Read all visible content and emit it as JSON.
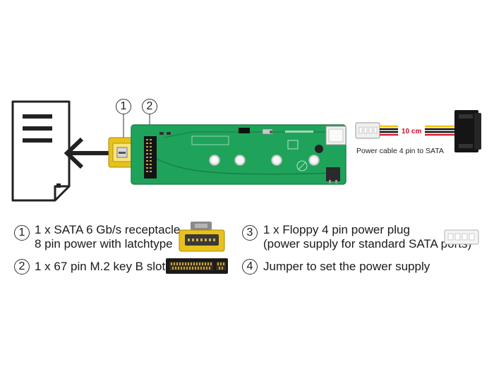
{
  "callouts": [
    {
      "number": "1"
    },
    {
      "number": "2"
    }
  ],
  "cable": {
    "length": "10 cm",
    "caption": "Power cable 4 pin to SATA"
  },
  "legend": [
    {
      "number": "1",
      "line1": "1 x SATA 6 Gb/s receptacle",
      "line2": "8 pin power with latchtype"
    },
    {
      "number": "2",
      "line1": "1 x 67 pin M.2 key B slot"
    },
    {
      "number": "3",
      "line1": "1 x Floppy 4 pin power plug",
      "line2": "(power supply for standard SATA ports)"
    },
    {
      "number": "4",
      "line1": "Jumper to set the power supply"
    }
  ],
  "colors": {
    "pcb_green": "#1fa35a",
    "connector_yellow": "#e8c21a",
    "cable_red": "#d3202f",
    "cable_yellow": "#f2c200",
    "cable_black": "#111111"
  }
}
